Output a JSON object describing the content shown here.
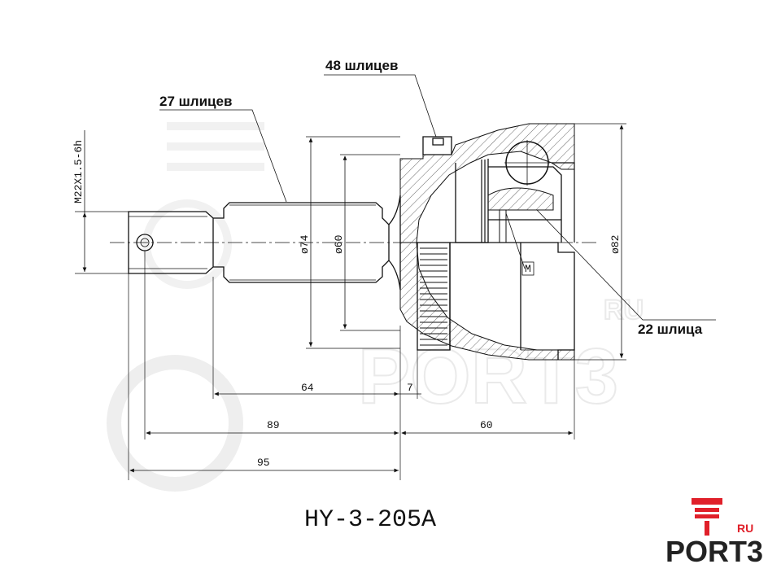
{
  "labels": {
    "outer_splines": "48 шлицев",
    "shaft_splines": "27 шлицев",
    "inner_splines": "22 шлица",
    "thread": "M22X1.5-6h",
    "mark_m": "M"
  },
  "dimensions": {
    "d74": "ø74",
    "d60": "ø60",
    "d82": "ø82",
    "len_64": "64",
    "len_7": "7",
    "len_89": "89",
    "len_60": "60",
    "len_95": "95"
  },
  "part_number": "HY-3-205A",
  "brand": {
    "name": "PORT3",
    "suffix": "RU",
    "accent_color": "#e0202a",
    "text_color": "#222222"
  },
  "watermark": {
    "text": "PORT3",
    "suffix": "RU"
  }
}
